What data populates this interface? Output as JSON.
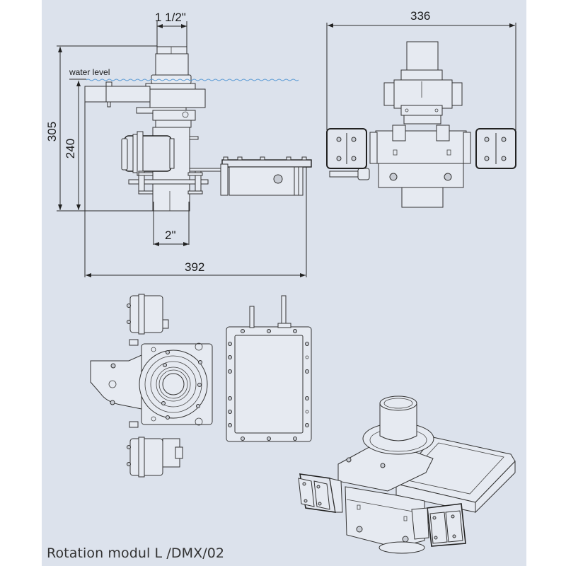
{
  "caption": "Rotation modul L /DMX/02",
  "side_view": {
    "label_water_level": "water level",
    "dim_top_pipe": "1 1/2\"",
    "dim_bottom_pipe": "2\"",
    "dim_total_height": "305",
    "dim_height_below_water": "240",
    "dim_total_width": "392"
  },
  "front_view": {
    "dim_width": "336"
  },
  "colors": {
    "panel_background": "#dce2ec",
    "page_background": "#ffffff",
    "water_line": "#5b9bd5",
    "line": "#2a2a2a"
  }
}
